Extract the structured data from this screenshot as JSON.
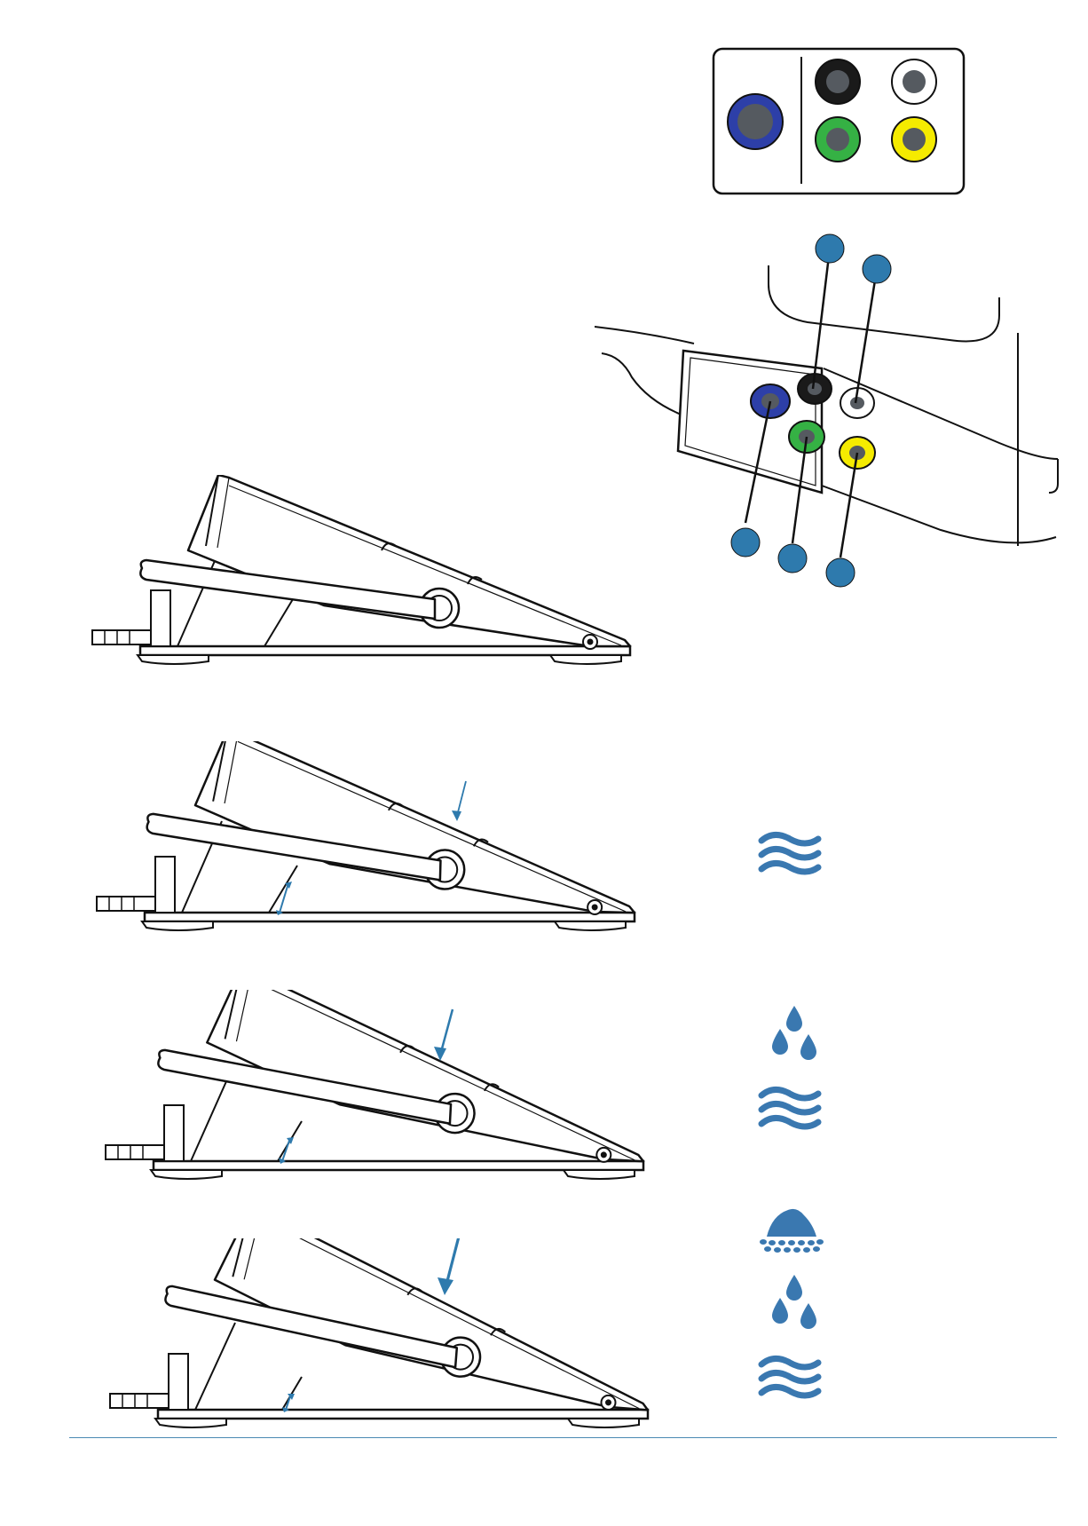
{
  "colors": {
    "accent": "#2e7aad",
    "icon_blue": "#3a78b0",
    "line": "#111111",
    "footer_rule": "#4a8ab3"
  },
  "connector_panel": {
    "left_jack": {
      "ring_color": "#2d3fa8"
    },
    "right_jacks": [
      {
        "ring_color": "#1a1a1a"
      },
      {
        "ring_color": "#ffffff"
      },
      {
        "ring_color": "#35b144"
      },
      {
        "ring_color": "#f5eb00"
      }
    ]
  },
  "device_jacks": [
    {
      "ring_color": "#2d3fa8"
    },
    {
      "ring_color": "#1a1a1a"
    },
    {
      "ring_color": "#ffffff"
    },
    {
      "ring_color": "#35b144"
    },
    {
      "ring_color": "#f5eb00"
    }
  ],
  "pedal_positions": [
    {
      "press_level": 0,
      "icons": []
    },
    {
      "press_level": 1,
      "icons": [
        "water-waves-icon"
      ]
    },
    {
      "press_level": 2,
      "icons": [
        "water-drops-icon",
        "water-waves-icon"
      ]
    },
    {
      "press_level": 3,
      "icons": [
        "powder-pile-icon",
        "water-drops-icon",
        "water-waves-icon"
      ]
    }
  ]
}
